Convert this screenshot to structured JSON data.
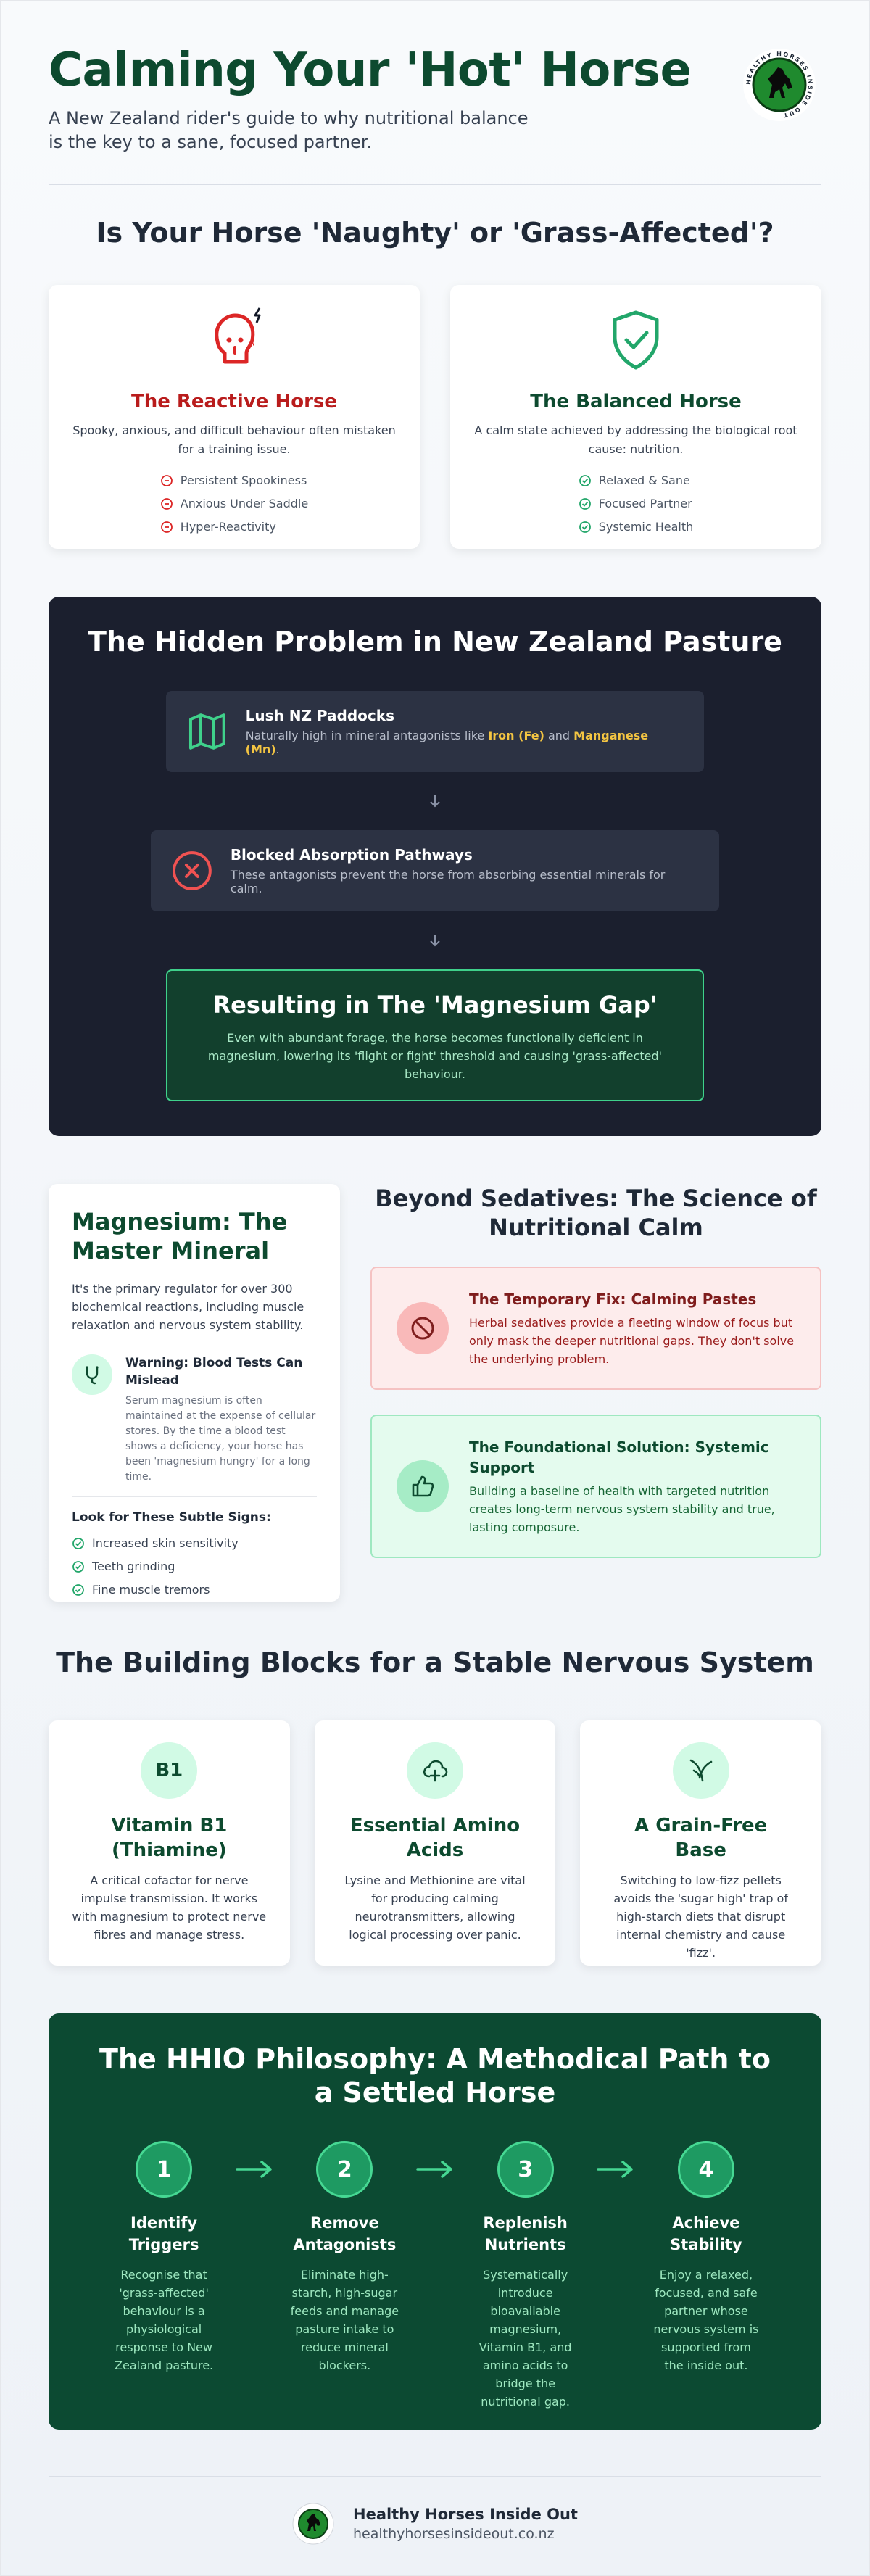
{
  "header": {
    "title": "Calming Your 'Hot' Horse",
    "subtitle": "A New Zealand rider's guide to why nutritional balance is the key to a sane, focused partner.",
    "logo_text": "HEALTHY HORSES INSIDE OUT"
  },
  "comparison": {
    "title": "Is Your Horse 'Naughty' or 'Grass-Affected'?",
    "reactive": {
      "icon": "stressed-head-icon",
      "heading": "The Reactive Horse",
      "description": "Spooky, anxious, and difficult behaviour often mistaken for a training issue.",
      "items": [
        "Persistent Spookiness",
        "Anxious Under Saddle",
        "Hyper-Reactivity"
      ],
      "color": "#b91c1c"
    },
    "balanced": {
      "icon": "shield-check-icon",
      "heading": "The Balanced Horse",
      "description": "A calm state achieved by addressing the biological root cause: nutrition.",
      "items": [
        "Relaxed & Sane",
        "Focused Partner",
        "Systemic Health"
      ],
      "color": "#22a66a"
    }
  },
  "problem": {
    "title": "The Hidden Problem in New Zealand Pasture",
    "step1": {
      "heading": "Lush NZ Paddocks",
      "text_before": "Naturally high in mineral antagonists like ",
      "iron": "Iron (Fe)",
      "text_and": " and ",
      "manganese": "Manganese (Mn)",
      "text_after": "."
    },
    "step2": {
      "heading": "Blocked Absorption Pathways",
      "text": "These antagonists prevent the horse from absorbing essential minerals for calm."
    },
    "result": {
      "heading": "Resulting in The 'Magnesium Gap'",
      "text": "Even with abundant forage, the horse becomes functionally deficient in magnesium, lowering its 'flight or fight' threshold and causing 'grass-affected' behaviour."
    }
  },
  "magnesium": {
    "heading": "Magnesium: The Master Mineral",
    "intro": "It's the primary regulator for over 300 biochemical reactions, including muscle relaxation and nervous system stability.",
    "warning_heading": "Warning: Blood Tests Can Mislead",
    "warning_text": "Serum magnesium is often maintained at the expense of cellular stores. By the time a blood test shows a deficiency, your horse has been 'magnesium hungry' for a long time.",
    "signs_heading": "Look for These Subtle Signs:",
    "signs": [
      "Increased skin sensitivity",
      "Teeth grinding",
      "Fine muscle tremors"
    ]
  },
  "beyond": {
    "heading": "Beyond Sedatives: The Science of Nutritional Calm",
    "temporary": {
      "heading": "The Temporary Fix: Calming Pastes",
      "text": "Herbal sedatives provide a fleeting window of focus but only mask the deeper nutritional gaps. They don't solve the underlying problem."
    },
    "foundational": {
      "heading": "The Foundational Solution: Systemic Support",
      "text": "Building a baseline of health with targeted nutrition creates long-term nervous system stability and true, lasting composure."
    }
  },
  "blocks": {
    "title": "The Building Blocks for a Stable Nervous System",
    "items": [
      {
        "icon_label": "B1",
        "heading": "Vitamin B1 (Thiamine)",
        "text": "A critical cofactor for nerve impulse transmission. It works with magnesium to protect nerve fibres and manage stress."
      },
      {
        "icon_label": "",
        "heading": "Essential Amino Acids",
        "text": "Lysine and Methionine are vital for producing calming neurotransmitters, allowing logical processing over panic."
      },
      {
        "icon_label": "",
        "heading": "A Grain-Free Base",
        "text": "Switching to low-fizz pellets avoids the 'sugar high' trap of high-starch diets that disrupt internal chemistry and cause 'fizz'."
      }
    ]
  },
  "philosophy": {
    "title": "The HHIO Philosophy: A Methodical Path to a Settled Horse",
    "steps": [
      {
        "num": "1",
        "heading": "Identify Triggers",
        "text": "Recognise that 'grass-affected' behaviour is a physiological response to New Zealand pasture."
      },
      {
        "num": "2",
        "heading": "Remove Antagonists",
        "text": "Eliminate high-starch, high-sugar feeds and manage pasture intake to reduce mineral blockers."
      },
      {
        "num": "3",
        "heading": "Replenish Nutrients",
        "text": "Systematically introduce bioavailable magnesium, Vitamin B1, and amino acids to bridge the nutritional gap."
      },
      {
        "num": "4",
        "heading": "Achieve Stability",
        "text": "Enjoy a relaxed, focused, and safe partner whose nervous system is supported from the inside out."
      }
    ]
  },
  "footer": {
    "brand": "Healthy Horses Inside Out",
    "url": "healthyhorsesinsideout.co.nz"
  },
  "colors": {
    "brand_green": "#0d4a2f",
    "accent_green": "#22a66a",
    "alert_red": "#b91c1c",
    "dark_panel": "#1b1f2e",
    "highlight_yellow": "#f4c542"
  }
}
